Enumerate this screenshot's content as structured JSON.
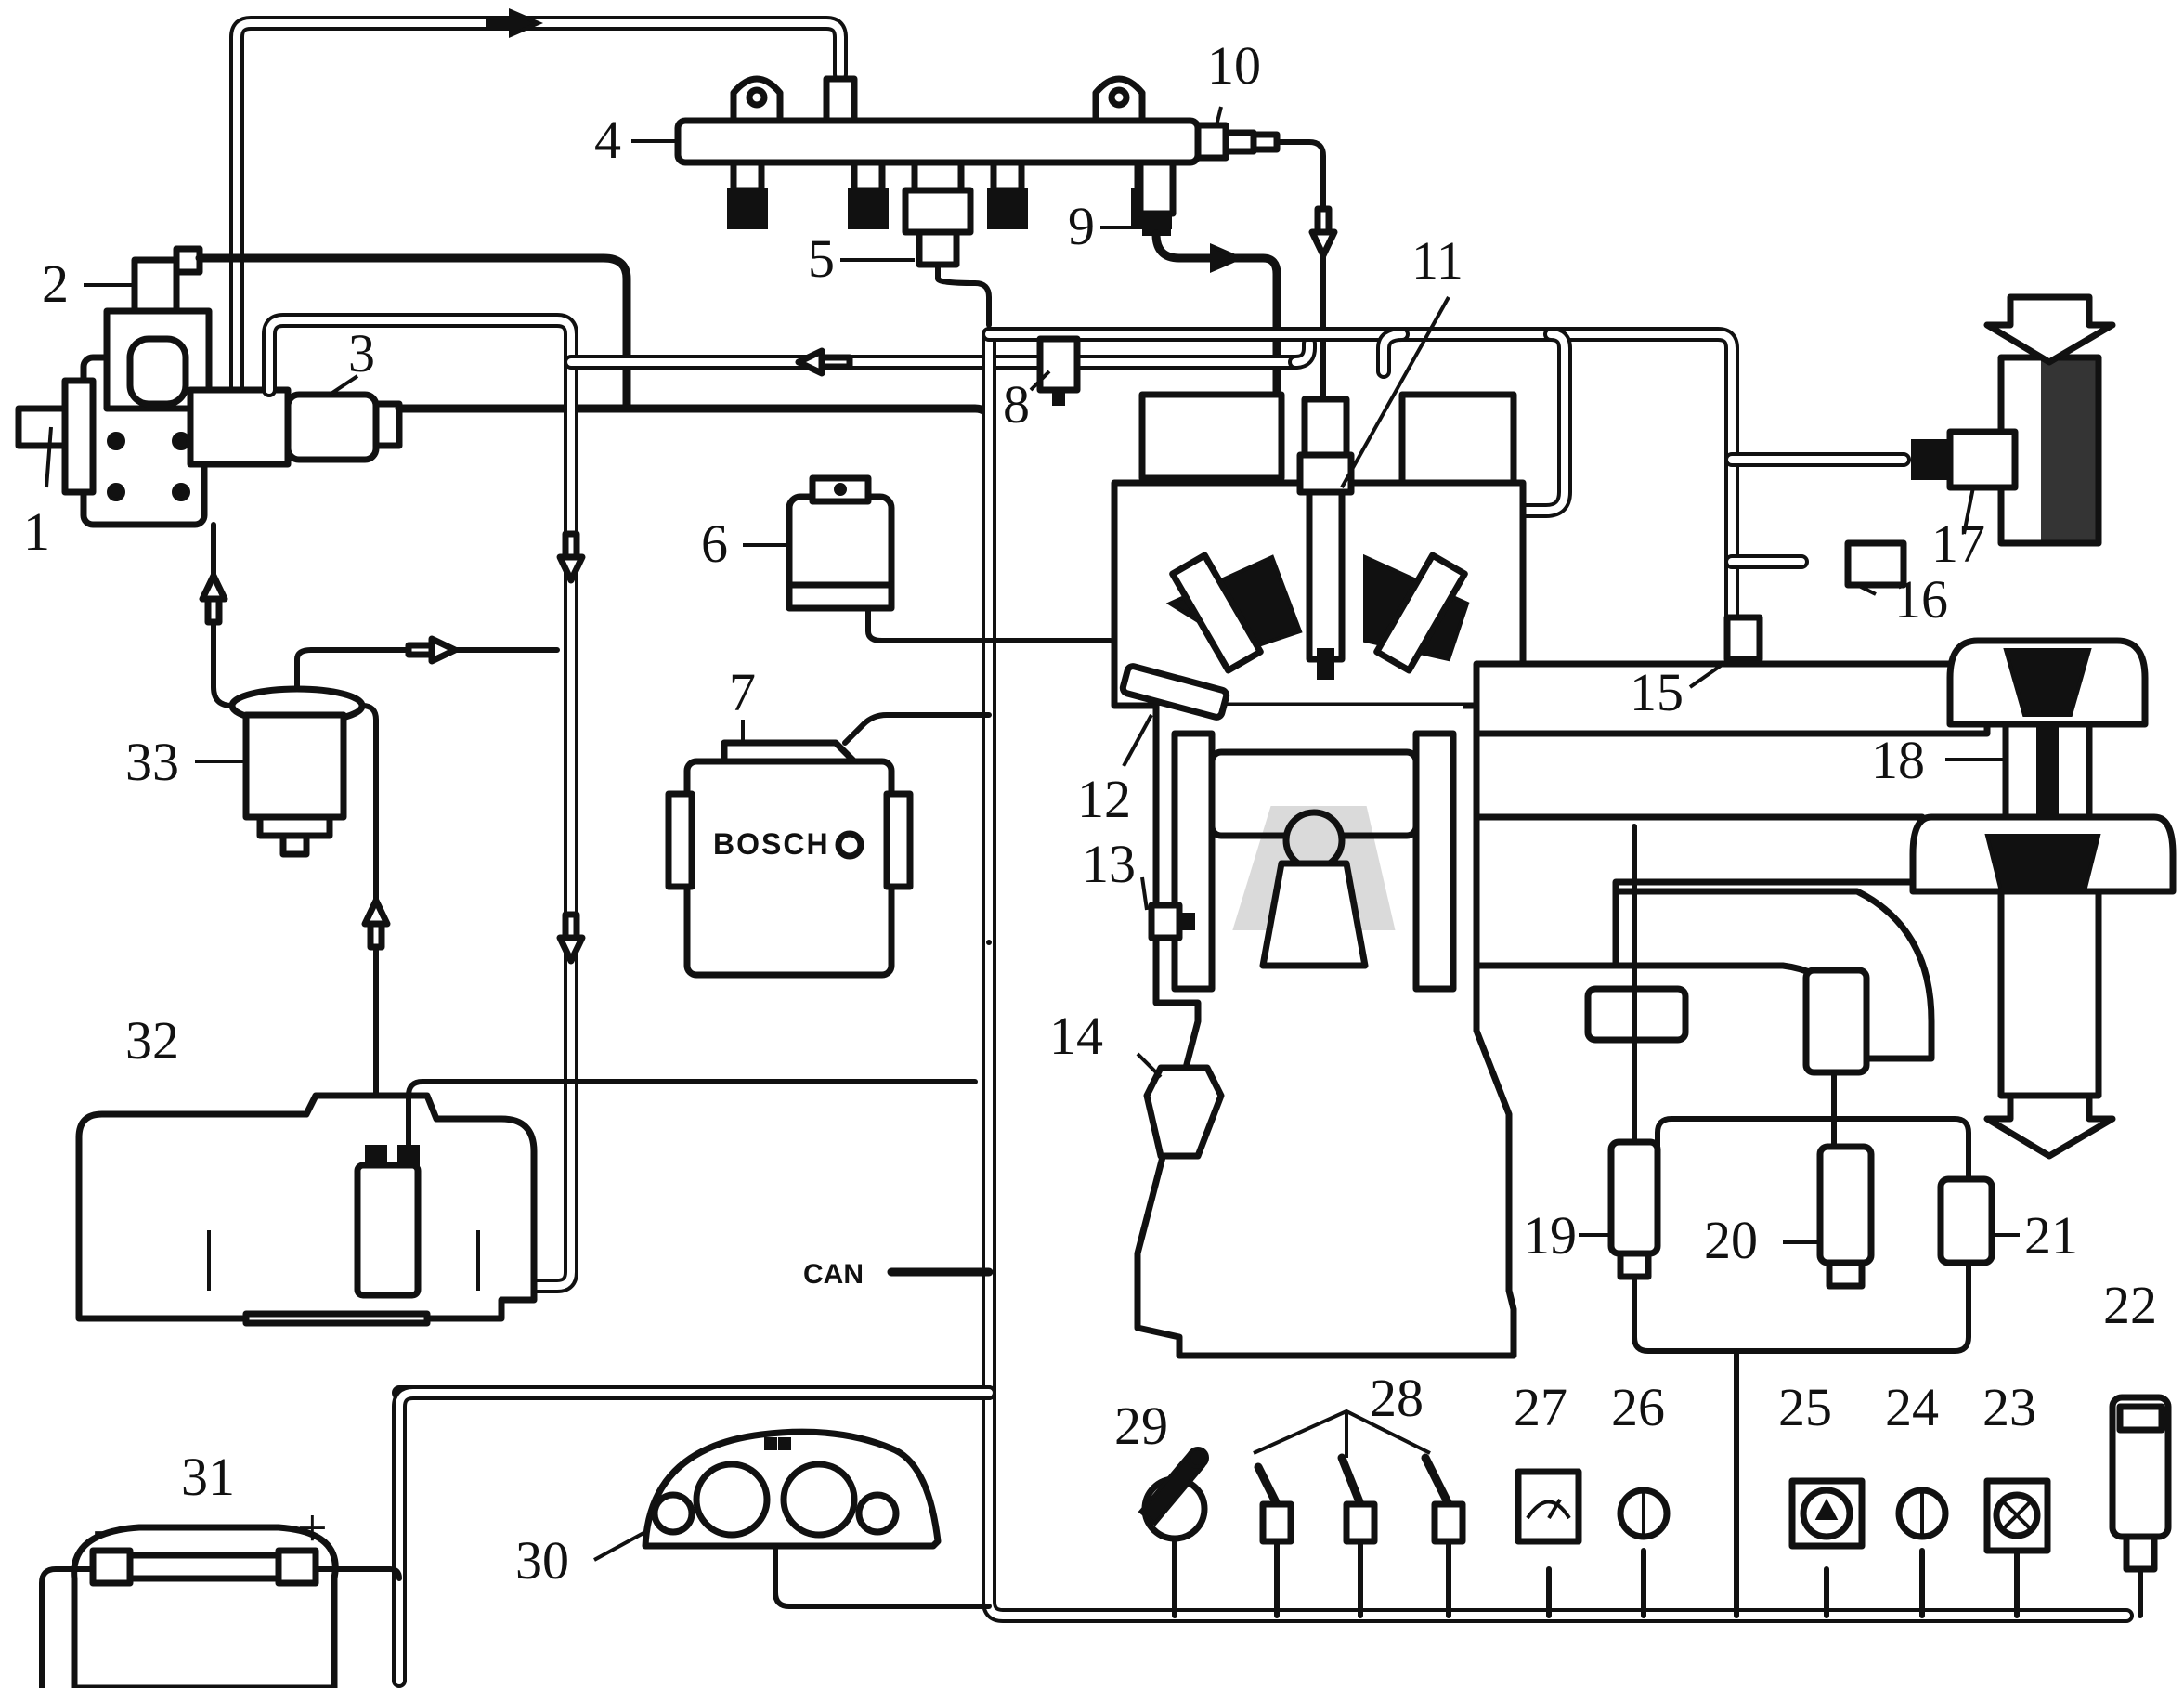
{
  "labels": [
    "1",
    "2",
    "3",
    "4",
    "5",
    "6",
    "7",
    "8",
    "9",
    "10",
    "11",
    "12",
    "13",
    "14",
    "15",
    "16",
    "17",
    "18",
    "19",
    "20",
    "21",
    "22",
    "23",
    "24",
    "25",
    "26",
    "27",
    "28",
    "29",
    "30",
    "31",
    "32",
    "33"
  ],
  "texts": {
    "can": "CAN",
    "ecu_brand": "BOSCH",
    "battery_minus": "-",
    "battery_plus": "+"
  }
}
